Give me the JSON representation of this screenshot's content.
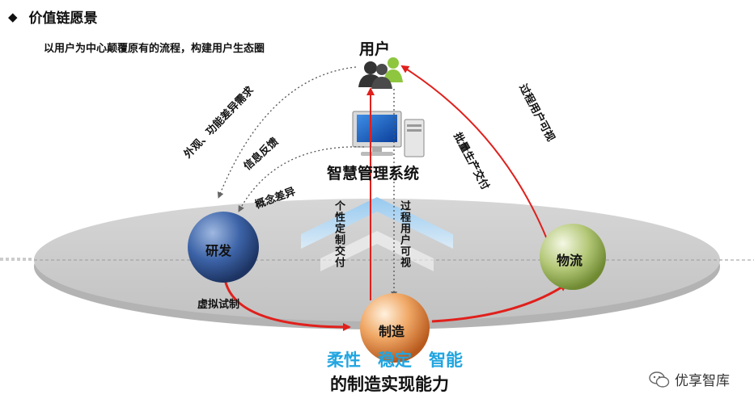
{
  "header": {
    "title": "价值链愿景",
    "subtitle": "以用户为中心颠覆原有的流程，构建用户生态圈"
  },
  "nodes": {
    "user": "用户",
    "system": "智慧管理系统",
    "rd": "研发",
    "manufacturing": "制造",
    "logistics": "物流"
  },
  "arrow_labels": {
    "appearance": "外观、功能差异需求",
    "feedback": "信息反馈",
    "concept": "概念差异",
    "custom": "个性定制交付",
    "visible": "过程用户可视",
    "batch": "批量生产交付",
    "process_visible": "过程用户可视",
    "virtual": "虚拟试制"
  },
  "footer": {
    "capabilities": "柔性　稳定　智能",
    "tagline": "的制造实现能力"
  },
  "watermark": "优享智库",
  "colors": {
    "red_arrow": "#e0201c",
    "blue_text": "#20a5e0",
    "rd_ball": "#3d64a8",
    "mfg_ball": "#e8914e",
    "log_ball": "#a7c060"
  }
}
